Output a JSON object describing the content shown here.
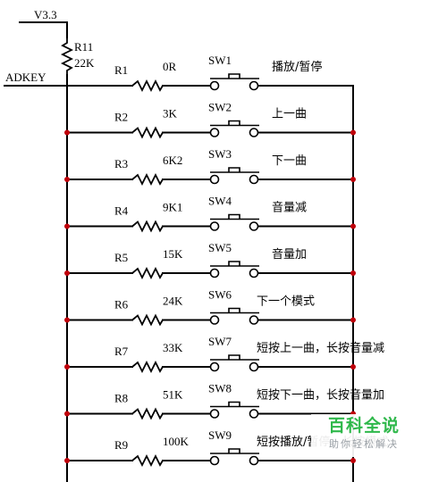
{
  "supply": {
    "label": "V3.3"
  },
  "pullup": {
    "ref": "R11",
    "value": "22K"
  },
  "net": {
    "label": "ADKEY"
  },
  "rows": [
    {
      "resistor": "R1",
      "value": "0R",
      "switch": "SW1",
      "function": "播放/暂停"
    },
    {
      "resistor": "R2",
      "value": "3K",
      "switch": "SW2",
      "function": "上一曲"
    },
    {
      "resistor": "R3",
      "value": "6K2",
      "switch": "SW3",
      "function": "下一曲"
    },
    {
      "resistor": "R4",
      "value": "9K1",
      "switch": "SW4",
      "function": "音量减"
    },
    {
      "resistor": "R5",
      "value": "15K",
      "switch": "SW5",
      "function": "音量加"
    },
    {
      "resistor": "R6",
      "value": "24K",
      "switch": "SW6",
      "function": "下一个模式"
    },
    {
      "resistor": "R7",
      "value": "33K",
      "switch": "SW7",
      "function": "短按上一曲，长按音量减"
    },
    {
      "resistor": "R8",
      "value": "51K",
      "switch": "SW8",
      "function": "短按下一曲，长按音量加"
    },
    {
      "resistor": "R9",
      "value": "100K",
      "switch": "SW9",
      "function": "短按播放/暂停，长按模式"
    }
  ],
  "watermark": {
    "main": "百科全说",
    "sub": "助你轻松解决"
  },
  "colors": {
    "wire": "#000000",
    "junction": "#c0000a",
    "watermark": "#2fb84b"
  }
}
